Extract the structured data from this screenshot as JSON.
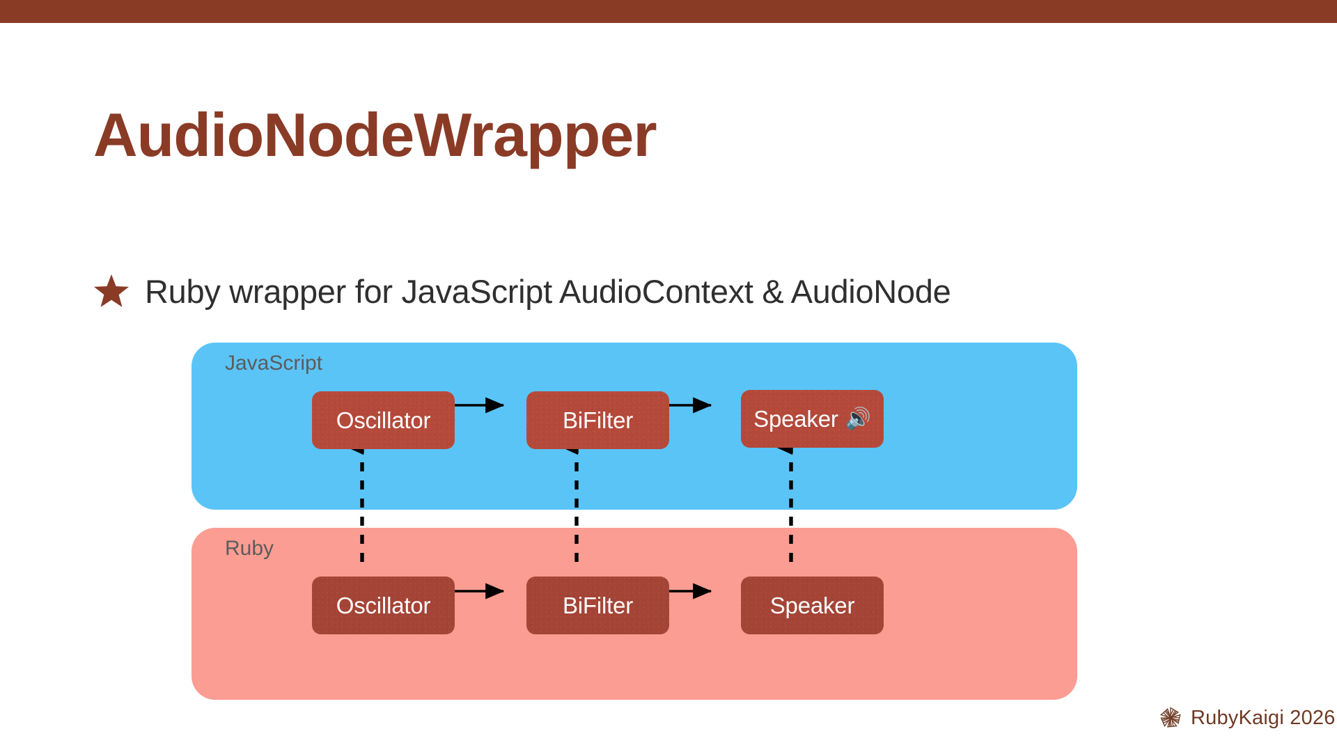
{
  "theme": {
    "accent_brown": "#8A3B26",
    "title_color": "#8A3B26",
    "body_text_color": "#2f2f2f",
    "js_layer_color": "#5BC4F7",
    "ruby_layer_color": "#FB9D92",
    "js_node_color": "#B4493A",
    "ruby_node_color": "#A44436",
    "layer_label_color": "#5C5C5C",
    "node_text_color": "#FFFFFF",
    "connector_color": "#000000",
    "footer_color": "#6E3A24",
    "background": "#FFFFFF"
  },
  "top_bar": {
    "label": ""
  },
  "slide": {
    "title": "AudioNodeWrapper",
    "bullets": [
      {
        "marker_icon": "star-icon",
        "text": "Ruby wrapper for JavaScript AudioContext & AudioNode"
      }
    ]
  },
  "diagram": {
    "type": "layered-node-graph",
    "layers": [
      {
        "id": "javascript",
        "label": "JavaScript",
        "color": "#5BC4F7",
        "nodes": [
          {
            "id": "js-oscillator",
            "label": "Oscillator",
            "emoji": ""
          },
          {
            "id": "js-bifilter",
            "label": "BiFilter",
            "emoji": ""
          },
          {
            "id": "js-speaker",
            "label": "Speaker",
            "emoji": "🔊"
          }
        ]
      },
      {
        "id": "ruby",
        "label": "Ruby",
        "color": "#FB9D92",
        "nodes": [
          {
            "id": "rb-oscillator",
            "label": "Oscillator",
            "emoji": ""
          },
          {
            "id": "rb-bifilter",
            "label": "BiFilter",
            "emoji": ""
          },
          {
            "id": "rb-speaker",
            "label": "Speaker",
            "emoji": ""
          }
        ]
      }
    ],
    "edges": [
      {
        "from": "js-oscillator",
        "to": "js-bifilter",
        "style": "solid",
        "direction": "right"
      },
      {
        "from": "js-bifilter",
        "to": "js-speaker",
        "style": "solid",
        "direction": "right"
      },
      {
        "from": "rb-oscillator",
        "to": "rb-bifilter",
        "style": "solid",
        "direction": "right"
      },
      {
        "from": "rb-bifilter",
        "to": "rb-speaker",
        "style": "solid",
        "direction": "right"
      },
      {
        "from": "rb-oscillator",
        "to": "js-oscillator",
        "style": "dashed",
        "direction": "up"
      },
      {
        "from": "rb-bifilter",
        "to": "js-bifilter",
        "style": "dashed",
        "direction": "up"
      },
      {
        "from": "rb-speaker",
        "to": "js-speaker",
        "style": "dashed",
        "direction": "up"
      }
    ]
  },
  "footer": {
    "logo_icon": "rubykaigi-pinwheel-icon",
    "text": "RubyKaigi 2026"
  }
}
